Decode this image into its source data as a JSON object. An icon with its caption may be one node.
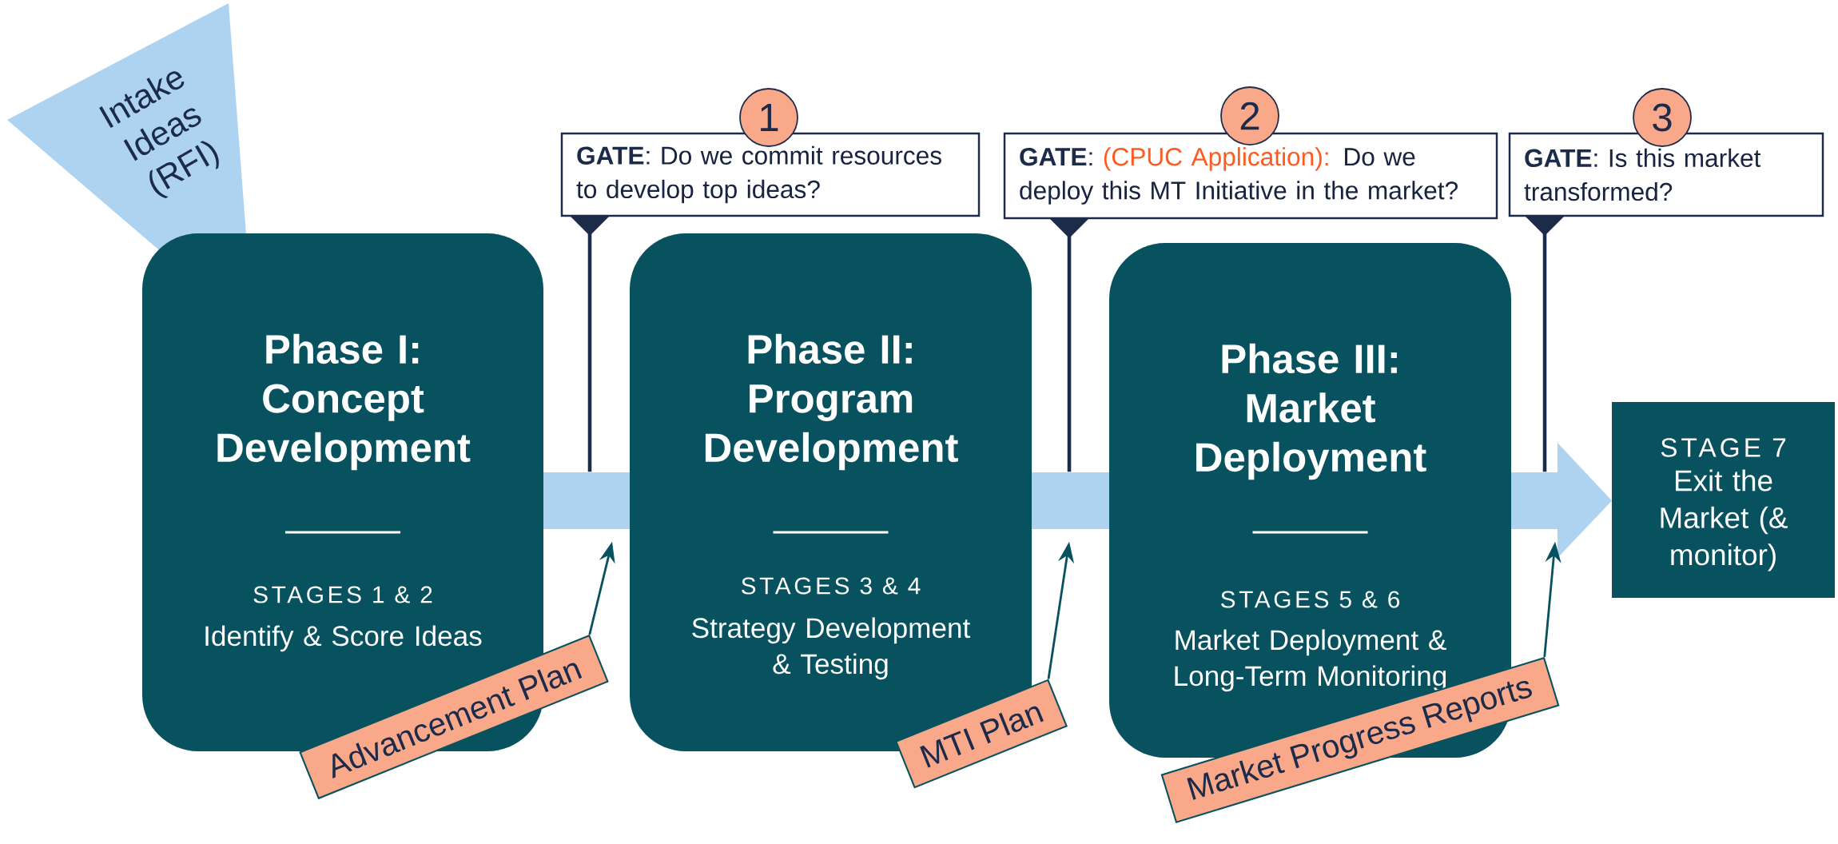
{
  "diagram": {
    "nodes": [
      {
        "text": [
          "Intake Ideas (RFI)"
        ]
      },
      {
        "text": [],
        "shape": "arrow"
      },
      {
        "text": [
          "1"
        ]
      },
      {
        "text": [
          "**GATE**:",
          "Do we commit resources to develop top ideas?"
        ]
      },
      {
        "text": [
          "Phase I: Concept Development",
          "STAGES 1 & 2",
          "Identify & Score Ideas"
        ]
      },
      {
        "text": [
          "Advancement Plan"
        ]
      },
      {
        "text": [
          "Phase II: Program Development",
          "STAGES 3 & 4",
          "Strategy Development & Testing"
        ]
      },
      {
        "text": [
          "2"
        ]
      },
      {
        "text": [
          "**GATE**:",
          "(CPUC Application):",
          "Do we deploy this MT Initiative in the market?"
        ]
      },
      {
        "text": [
          "MTI Plan"
        ]
      },
      {
        "text": [
          "Phase III: Market Deployment",
          "STAGES 5 & 6",
          "Market Deployment & Long-Term Monitoring"
        ]
      },
      {
        "text": [
          "3"
        ]
      },
      {
        "text": [
          "**GATE**:",
          "Is this market transformed?"
        ]
      },
      {
        "text": [
          "Market Progress Reports"
        ]
      },
      {
        "text": [
          "STAGE 7",
          "Exit the Market (& monitor)"
        ]
      }
    ],
    "edges": [
      {
        "from": 3,
        "to": 1,
        "arrow": "none"
      },
      {
        "from": 8,
        "to": 1,
        "arrow": "none"
      },
      {
        "from": 12,
        "to": 1,
        "arrow": "none"
      },
      {
        "from": 5,
        "to": 1,
        "arrow": "to"
      },
      {
        "from": 9,
        "to": 1,
        "arrow": "to"
      },
      {
        "from": 13,
        "to": 1,
        "arrow": "to"
      }
    ]
  }
}
